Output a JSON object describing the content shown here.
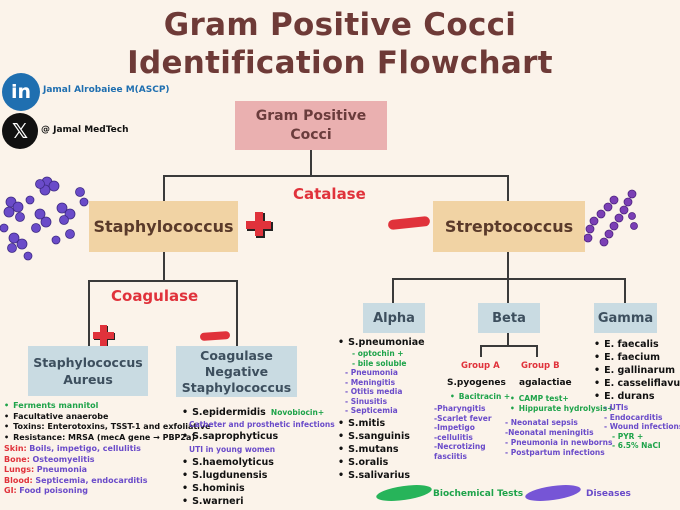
{
  "title_line1": "Gram Positive Cocci",
  "title_line2": "Identification Flowchart",
  "social": {
    "linkedin_name": "Jamal Alrobaiee M(ASCP)",
    "x_handle": "@ Jamal MedTech"
  },
  "nodes": {
    "root_line1": "Gram Positive",
    "root_line2": "Cocci",
    "staph": "Staphylococcus",
    "strep": "Streptococcus",
    "saureus_line1": "Staphylococcus",
    "saureus_line2": "Aureus",
    "cons_line1": "Coagulase",
    "cons_line2": "Negative",
    "cons_line3": "Staphylococcus",
    "alpha": "Alpha",
    "beta": "Beta",
    "gamma": "Gamma"
  },
  "tests": {
    "catalase": "Catalase",
    "coagulase": "Coagulase"
  },
  "saureus_features": [
    "Ferments mannitol",
    "Facultative anaerobe",
    "Toxins: Enterotoxins, TSST-1 and exfoliative",
    "Resistance: MRSA (mecA gene → PBP2a)"
  ],
  "saureus_diseases": [
    {
      "label": "Skin:",
      "text": "Boils, impetigo, cellulitis"
    },
    {
      "label": "Bone:",
      "text": "Osteomyelitis"
    },
    {
      "label": "Lungs:",
      "text": "Pneumonia"
    },
    {
      "label": "Blood:",
      "text": "Septicemia, endocarditis"
    },
    {
      "label": "GI:",
      "text": "Food poisoning"
    }
  ],
  "cons": {
    "sepi": "S.epidermidis",
    "novobiocin": "Novobiocin+",
    "sepi_disease": "Catheter and prosthetic infections",
    "ssap": "S.saprophyticus",
    "ssap_disease": "UTI in young women",
    "others": [
      "S.haemolyticus",
      "S.lugdunensis",
      "S.hominis",
      "S.warneri"
    ]
  },
  "alpha": {
    "spneu": "S.pneumoniae",
    "tests": [
      "- optochin +",
      "- bile soluble"
    ],
    "diseases": [
      "- Pneumonia",
      "- Meningitis",
      "- Otitis media",
      "- Sinusitis",
      "- Septicemia"
    ],
    "others": [
      "S.mitis",
      "S.sanguinis",
      "S.mutans",
      "S.oralis",
      "S.salivarius"
    ]
  },
  "beta": {
    "group_a": "Group A",
    "group_b": "Group B",
    "spyo": "S.pyogenes",
    "sagal": "agalactiae",
    "a_test": "Bacitracin +",
    "b_tests": [
      "CAMP test+",
      "Hippurate hydrolysis+"
    ],
    "a_diseases": [
      "-Pharyngitis",
      "-Scarlet fever",
      "-Impetigo",
      "-cellulitis",
      "-Necrotizing",
      "fasciitis"
    ],
    "b_diseases": [
      "- Neonatal sepsis",
      "-Neonatal meningitis",
      "- Pneumonia in newborns",
      "- Postpartum infections"
    ]
  },
  "gamma": {
    "species": [
      "E. faecalis",
      "E. faecium",
      "E. gallinarum",
      "E. casseliflavus",
      "E. durans"
    ],
    "diseases": [
      "- UTIs",
      "- Endocarditis",
      "- Wound infections"
    ],
    "tests": [
      "- PYR +",
      "- 6.5%  NaCl"
    ]
  },
  "legend": {
    "biochem": "Biochemical Tests",
    "diseases": "Diseases"
  },
  "colors": {
    "title": "#6e3a37",
    "red": "#e0323b",
    "green": "#1ea34a",
    "purple": "#6a4bc9",
    "pink_box": "#eab0b0",
    "tan_box": "#f1d3a4",
    "blue_box": "#c9dbe2"
  }
}
